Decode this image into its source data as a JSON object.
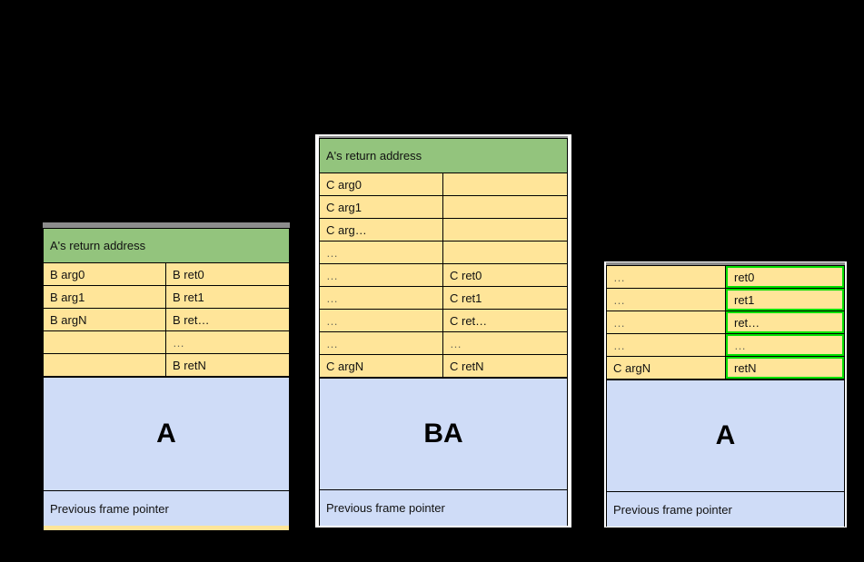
{
  "colors": {
    "background": "#000000",
    "header_green": "#93c47d",
    "cell_yellow": "#ffe599",
    "body_blue": "#cfdcf7",
    "highlight_green": "#00e000",
    "border_black": "#000000",
    "top_strip_grey": "#8c8c8c"
  },
  "diagrams": [
    {
      "id": "left",
      "name": "frame-a-calling-b",
      "header": "A's return address",
      "rows": [
        {
          "left": "B arg0",
          "right": "B ret0"
        },
        {
          "left": "B arg1",
          "right": "B ret1"
        },
        {
          "left": "B argN",
          "right": "B ret…"
        },
        {
          "left": "",
          "right": "…"
        },
        {
          "left": "",
          "right": "B retN"
        }
      ],
      "body_label": "A",
      "frame_pointer": "Previous frame pointer"
    },
    {
      "id": "middle",
      "name": "frame-ba-calling-c",
      "header": "A's return address",
      "rows": [
        {
          "left": "C arg0",
          "right": ""
        },
        {
          "left": "C arg1",
          "right": ""
        },
        {
          "left": "C arg…",
          "right": ""
        },
        {
          "left": "…",
          "right": ""
        },
        {
          "left": "…",
          "right": "C ret0"
        },
        {
          "left": "…",
          "right": "C ret1"
        },
        {
          "left": "…",
          "right": "C ret…"
        },
        {
          "left": "…",
          "right": "…"
        },
        {
          "left": "C argN",
          "right": "C retN"
        }
      ],
      "body_label": "BA",
      "frame_pointer": "Previous frame pointer"
    },
    {
      "id": "right",
      "name": "frame-a-returned",
      "header": null,
      "rows": [
        {
          "left": "…",
          "right": "ret0"
        },
        {
          "left": "…",
          "right": "ret1"
        },
        {
          "left": "…",
          "right": "ret…"
        },
        {
          "left": "…",
          "right": "…"
        },
        {
          "left": "C argN",
          "right": "retN"
        }
      ],
      "body_label": "A",
      "frame_pointer": "Previous frame pointer"
    }
  ]
}
